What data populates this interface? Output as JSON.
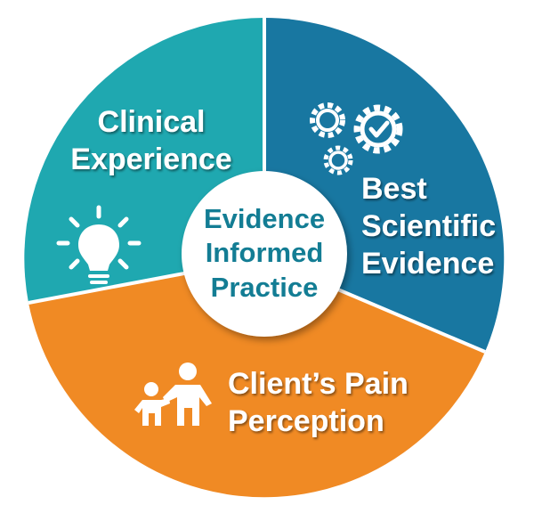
{
  "center": {
    "line1": "Evidence",
    "line2": "Informed",
    "line3": "Practice"
  },
  "segments": {
    "clinical": {
      "line1": "Clinical",
      "line2": "Experience",
      "icon": "lightbulb-icon",
      "color": "#1fa8b0"
    },
    "scientific": {
      "line1": "Best",
      "line2": "Scientific",
      "line3": "Evidence",
      "icon": "gears-icon",
      "color": "#1877a1"
    },
    "client": {
      "line1": "Client’s Pain",
      "line2": "Perception",
      "icon": "people-icon",
      "color": "#f08a24"
    }
  },
  "colors": {
    "center_fill": "#ffffff",
    "center_text": "#137d94"
  }
}
